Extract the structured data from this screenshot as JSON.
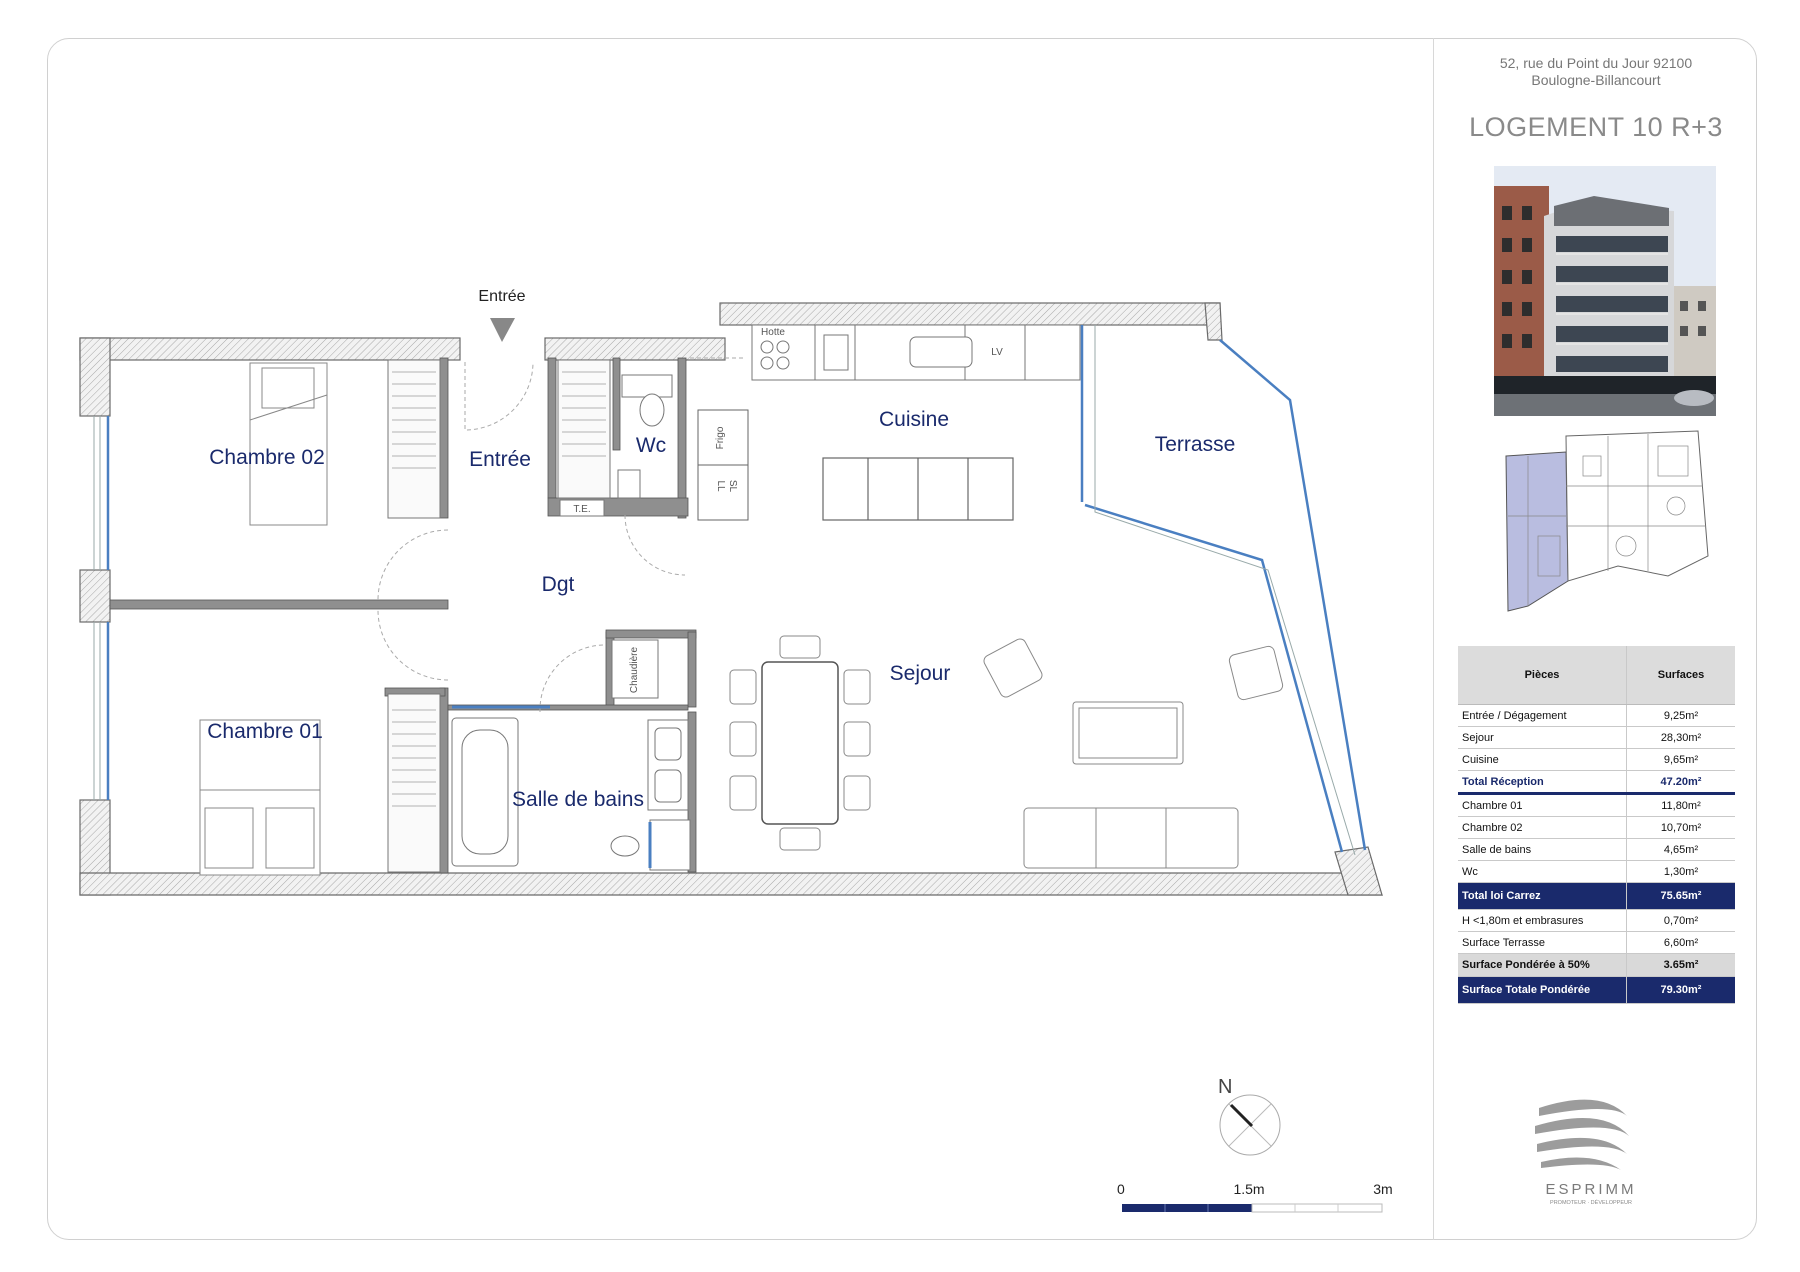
{
  "address": {
    "line1": "52, rue du Point du Jour 92100",
    "line2": "Boulogne-Billancourt"
  },
  "logement_title": "LOGEMENT 10  R+3",
  "entrance_label": "Entrée",
  "rooms": {
    "chambre02": "Chambre 02",
    "chambre01": "Chambre 01",
    "entree": "Entrée",
    "wc": "Wc",
    "cuisine": "Cuisine",
    "terrasse": "Terrasse",
    "dgt": "Dgt",
    "sejour": "Sejour",
    "sdb": "Salle de bains"
  },
  "fixtures": {
    "hotte": "Hotte",
    "lv": "LV",
    "frigo": "Frigo",
    "ll": "LL",
    "sl": "SL",
    "te": "T.E.",
    "chaudiere": "Chaudière"
  },
  "table": {
    "header": {
      "pieces": "Pièces",
      "surfaces": "Surfaces"
    },
    "rows": [
      {
        "label": "Entrée / Dégagement",
        "value": "9,25m²"
      },
      {
        "label": "Sejour",
        "value": "28,30m²"
      },
      {
        "label": "Cuisine",
        "value": "9,65m²"
      },
      {
        "label": "Total Réception",
        "value": "47.20m²"
      },
      {
        "label": "Chambre 01",
        "value": "11,80m²"
      },
      {
        "label": "Chambre 02",
        "value": "10,70m²"
      },
      {
        "label": "Salle de bains",
        "value": "4,65m²"
      },
      {
        "label": "Wc",
        "value": "1,30m²"
      },
      {
        "label": "Total loi Carrez",
        "value": "75.65m²"
      },
      {
        "label": "H <1,80m et embrasures",
        "value": "0,70m²"
      },
      {
        "label": "Surface Terrasse",
        "value": "6,60m²"
      },
      {
        "label": "Surface Pondérée à 50%",
        "value": "3.65m²"
      },
      {
        "label": "Surface Totale Pondérée",
        "value": "79.30m²"
      }
    ]
  },
  "compass_label": "N",
  "scale": {
    "zero": "0",
    "mid": "1.5m",
    "end": "3m"
  },
  "logo": {
    "name": "ESPRIMM",
    "tagline": "PROMOTEUR · DÉVELOPPEUR"
  },
  "colors": {
    "navy": "#1a2a6c",
    "wall": "#8f8f8f",
    "glass": "#4a7fc1"
  }
}
